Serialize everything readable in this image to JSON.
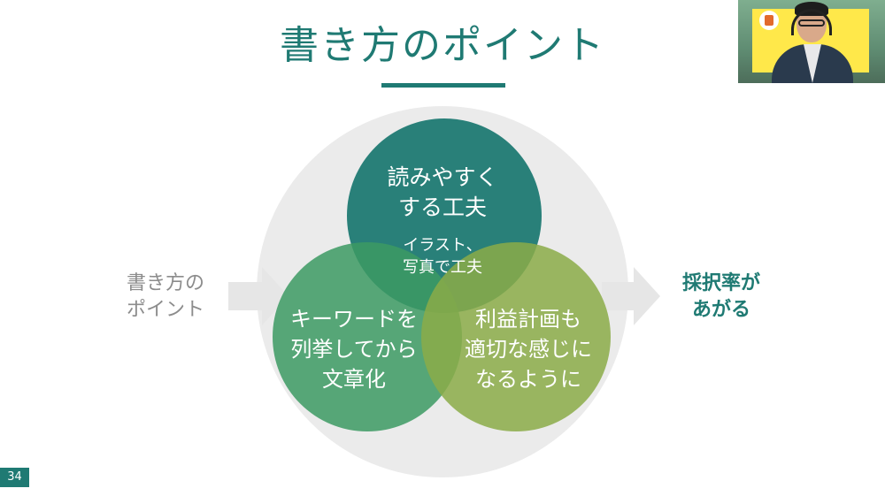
{
  "slide": {
    "title": "書き方のポイント",
    "page_number": "34"
  },
  "diagram": {
    "left_label": [
      "書き方の",
      "ポイント"
    ],
    "right_label": [
      "採択率が",
      "あがる"
    ],
    "circles": {
      "top": [
        "読みやすく",
        "する工夫"
      ],
      "center": [
        "イラスト、",
        "写真で工夫"
      ],
      "left": [
        "キーワードを",
        "列挙してから",
        "文章化"
      ],
      "right": [
        "利益計画も",
        "適切な感じに",
        "なるように"
      ]
    },
    "colors": {
      "accent": "#1f7a73",
      "background_circle": "#ebebeb",
      "circle_top": "#1f7a73",
      "circle_left": "#3c9a63",
      "circle_right": "#8bab48",
      "arrow": "#e6e6e6",
      "muted_text": "#8c8c8c"
    }
  },
  "video_overlay": {
    "description_icon": "presenter-webcam"
  }
}
